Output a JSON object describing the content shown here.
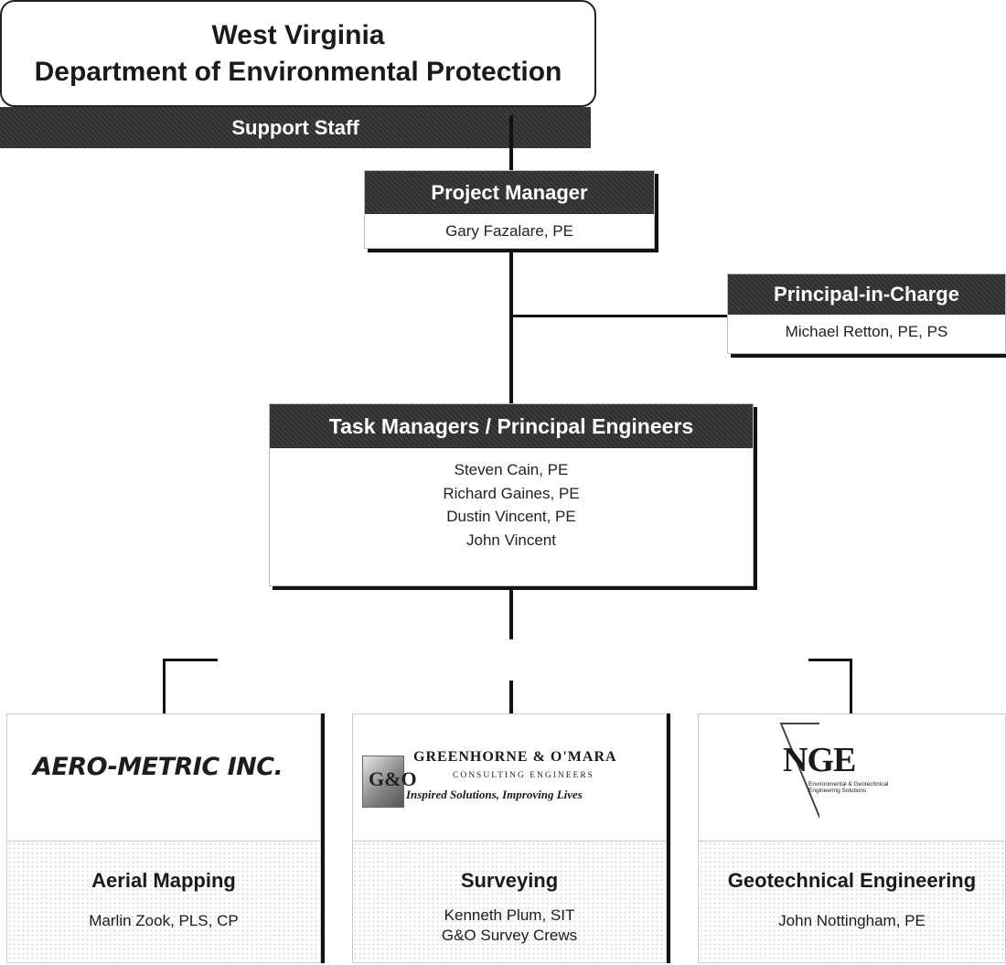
{
  "agency": {
    "line1": "West Virginia",
    "line2": "Department of Environmental Protection"
  },
  "project_manager": {
    "title": "Project Manager",
    "name": "Gary Fazalare, PE"
  },
  "principal_in_charge": {
    "title": "Principal-in-Charge",
    "name": "Michael Retton, PE, PS"
  },
  "task_managers": {
    "title": "Task Managers / Principal Engineers",
    "names": [
      "Steven Cain, PE",
      "Richard Gaines, PE",
      "Dustin Vincent, PE",
      "John Vincent"
    ]
  },
  "support_staff": {
    "title": "Support Staff"
  },
  "firms": [
    {
      "logo_text": "AERO-METRIC INC.",
      "discipline": "Aerial Mapping",
      "names": [
        "Marlin Zook, PLS, CP"
      ]
    },
    {
      "logo_mark": "G&O",
      "logo_name": "GREENHORNE & O'MARA",
      "logo_sub": "CONSULTING ENGINEERS",
      "logo_tagline": "Inspired Solutions, Improving Lives",
      "discipline": "Surveying",
      "names": [
        "Kenneth Plum, SIT",
        "G&O Survey Crews"
      ]
    },
    {
      "logo_name": "NGE",
      "logo_tagline": "Environmental & Geotechnical Engineering Solutions",
      "discipline": "Geotechnical Engineering",
      "names": [
        "John Nottingham, PE"
      ]
    }
  ]
}
